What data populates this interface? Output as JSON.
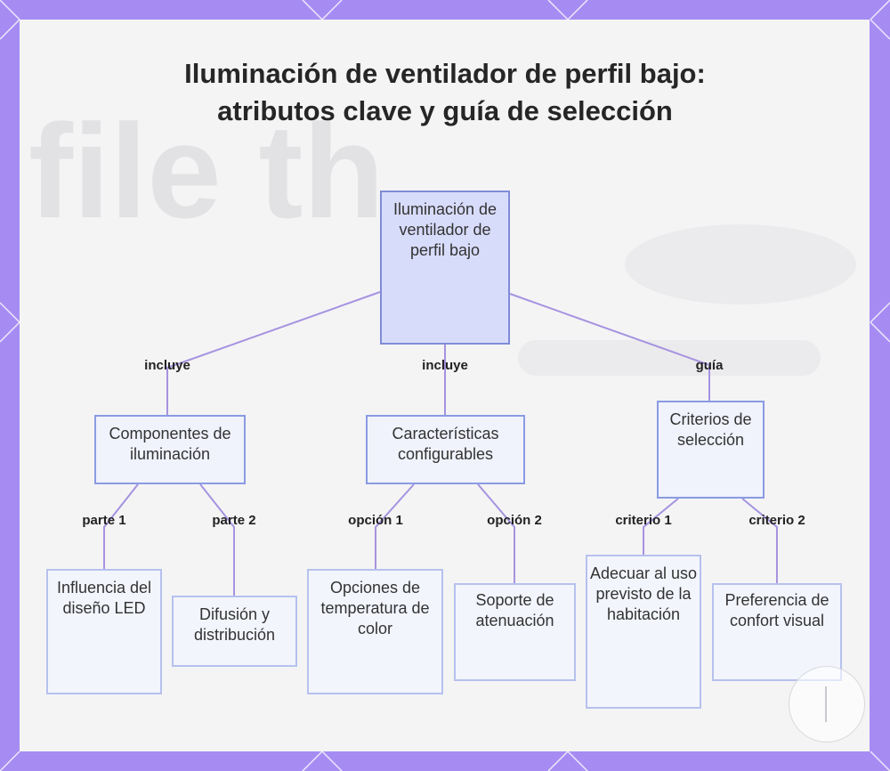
{
  "title": "Iluminación de ventilador de perfil bajo: atributos clave y guía de selección",
  "background_watermark": "file th",
  "colors": {
    "frame": "#a68cf2",
    "edge": "#a693e0",
    "node_border": "#8a9be2",
    "root_fill": "#d8dcfb"
  },
  "root": {
    "label": "Iluminación de ventilador de perfil bajo"
  },
  "branches": [
    {
      "edge_label": "incluye",
      "label": "Componentes de iluminación",
      "children": [
        {
          "edge_label": "parte 1",
          "label": "Influencia del diseño LED"
        },
        {
          "edge_label": "parte 2",
          "label": "Difusión y distribución"
        }
      ]
    },
    {
      "edge_label": "incluye",
      "label": "Características configurables",
      "children": [
        {
          "edge_label": "opción 1",
          "label": "Opciones de temperatura de color"
        },
        {
          "edge_label": "opción 2",
          "label": "Soporte de atenuación"
        }
      ]
    },
    {
      "edge_label": "guía",
      "label": "Criterios de selección",
      "children": [
        {
          "edge_label": "criterio 1",
          "label": "Adecuar al uso previsto de la habitación"
        },
        {
          "edge_label": "criterio 2",
          "label": "Preferencia de confort visual"
        }
      ]
    }
  ]
}
